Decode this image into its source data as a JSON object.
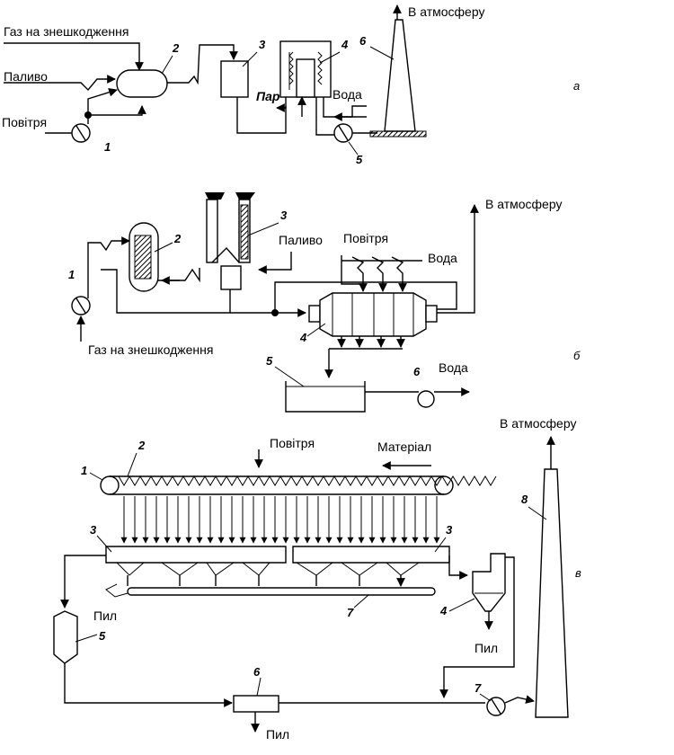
{
  "a": {
    "gas_label": "Газ на знешкодження",
    "fuel_label": "Паливо",
    "air_label": "Повітря",
    "atm_label": "В атмосферу",
    "steam_label": "Пар",
    "water_label": "Вода",
    "variant_letter": "а",
    "numbers": {
      "n1": "1",
      "n2": "2",
      "n3": "3",
      "n4": "4",
      "n5": "5",
      "n6": "6"
    }
  },
  "b": {
    "atm_label": "В атмосферу",
    "fuel_label": "Паливо",
    "air_label": "Повітря",
    "water_top_label": "Вода",
    "gas_label": "Газ на знешкодження",
    "water_bottom_label": "Вода",
    "variant_letter": "б",
    "numbers": {
      "n1": "1",
      "n2": "2",
      "n3": "3",
      "n4": "4",
      "n5": "5",
      "n6": "6"
    }
  },
  "c": {
    "atm_label": "В атмосферу",
    "air_label": "Повітря",
    "material_label": "Матеріал",
    "dust_left_label": "Пил",
    "dust_right_label": "Пил",
    "dust_bottom_label": "Пил",
    "variant_letter": "в",
    "numbers": {
      "n1": "1",
      "n2": "2",
      "n3a": "3",
      "n3b": "3",
      "n4": "4",
      "n5": "5",
      "n6": "6",
      "n7a": "7",
      "n7b": "7",
      "n8": "8"
    }
  }
}
